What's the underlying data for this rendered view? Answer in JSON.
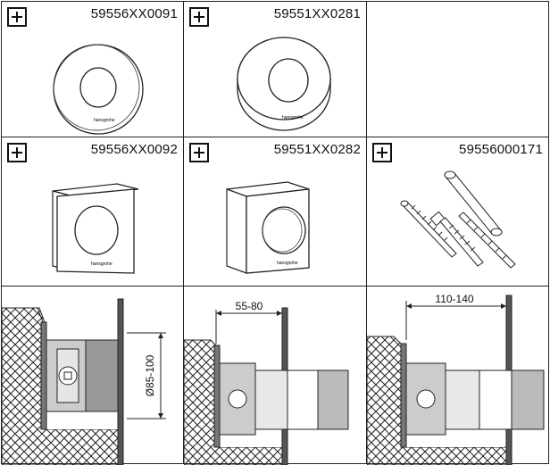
{
  "products": [
    {
      "code": "59556XX0091",
      "icon": "rosette-round-flat-icon"
    },
    {
      "code": "59551XX0281",
      "icon": "rosette-round-deep-icon"
    },
    {
      "code": "59556XX0092",
      "icon": "rosette-square-flat-icon"
    },
    {
      "code": "59551XX0282",
      "icon": "rosette-square-deep-icon"
    },
    {
      "code": "59556000171",
      "icon": "extension-screws-icon"
    }
  ],
  "add_icon": "plus-box-icon",
  "logo_text": "hansgrohe",
  "installation": [
    {
      "dimension": "Ø85-100"
    },
    {
      "dimension": "55-80"
    },
    {
      "dimension": "110-140"
    }
  ]
}
